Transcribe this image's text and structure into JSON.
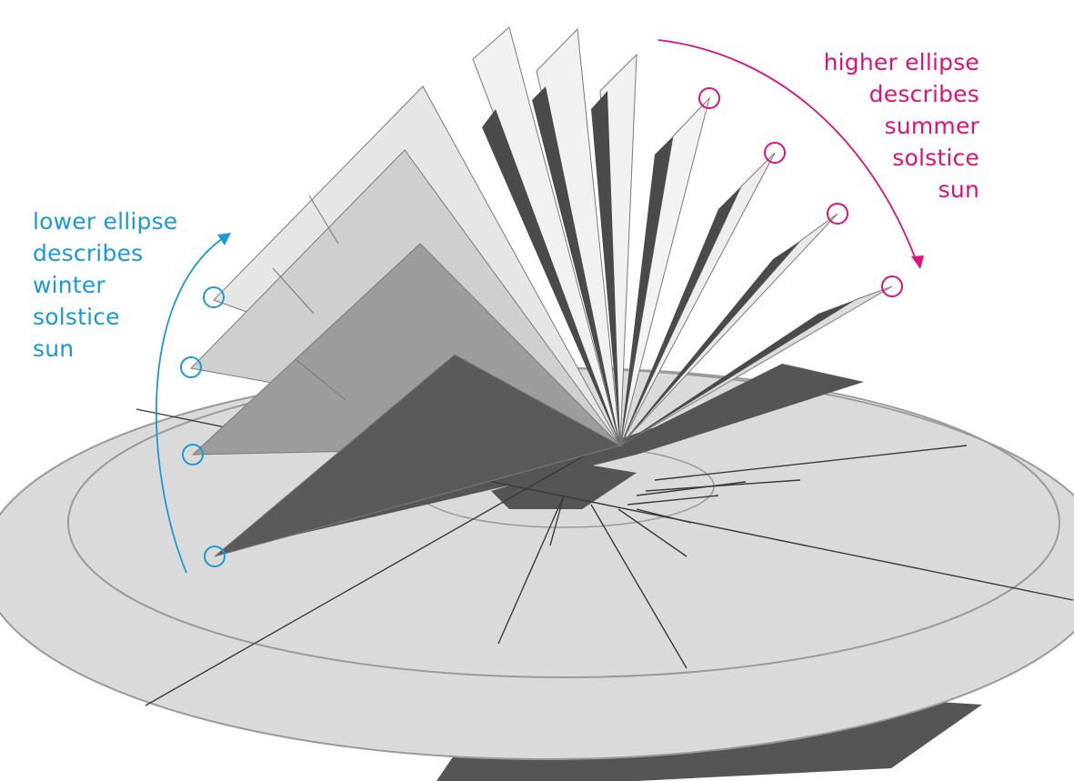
{
  "colors": {
    "winter": "#1a9ad6",
    "summer": "#e0117a",
    "disk": "#dadada",
    "disk_edge": "#9a9a9a",
    "shadow": "#555555",
    "plane_lightest": "#f1f1f1",
    "plane_light": "#d4d4d4",
    "plane_mid": "#b3b3b3",
    "plane_dark": "#8a8a8a",
    "plane_darkest": "#5a5a5a",
    "line": "#3a3a3a"
  },
  "winter_annotation": {
    "lines": [
      "lower ellipse",
      "describes",
      "winter",
      "solstice",
      "sun"
    ],
    "marker_count": 4,
    "arrow": "upward-curve"
  },
  "summer_annotation": {
    "lines": [
      "higher ellipse",
      "describes",
      "summer",
      "solstice",
      "sun"
    ],
    "marker_count": 4,
    "arrow": "downward-curve"
  },
  "scene": {
    "object": "sun-path fan model on a circular base plate",
    "fan_planes": 11
  }
}
